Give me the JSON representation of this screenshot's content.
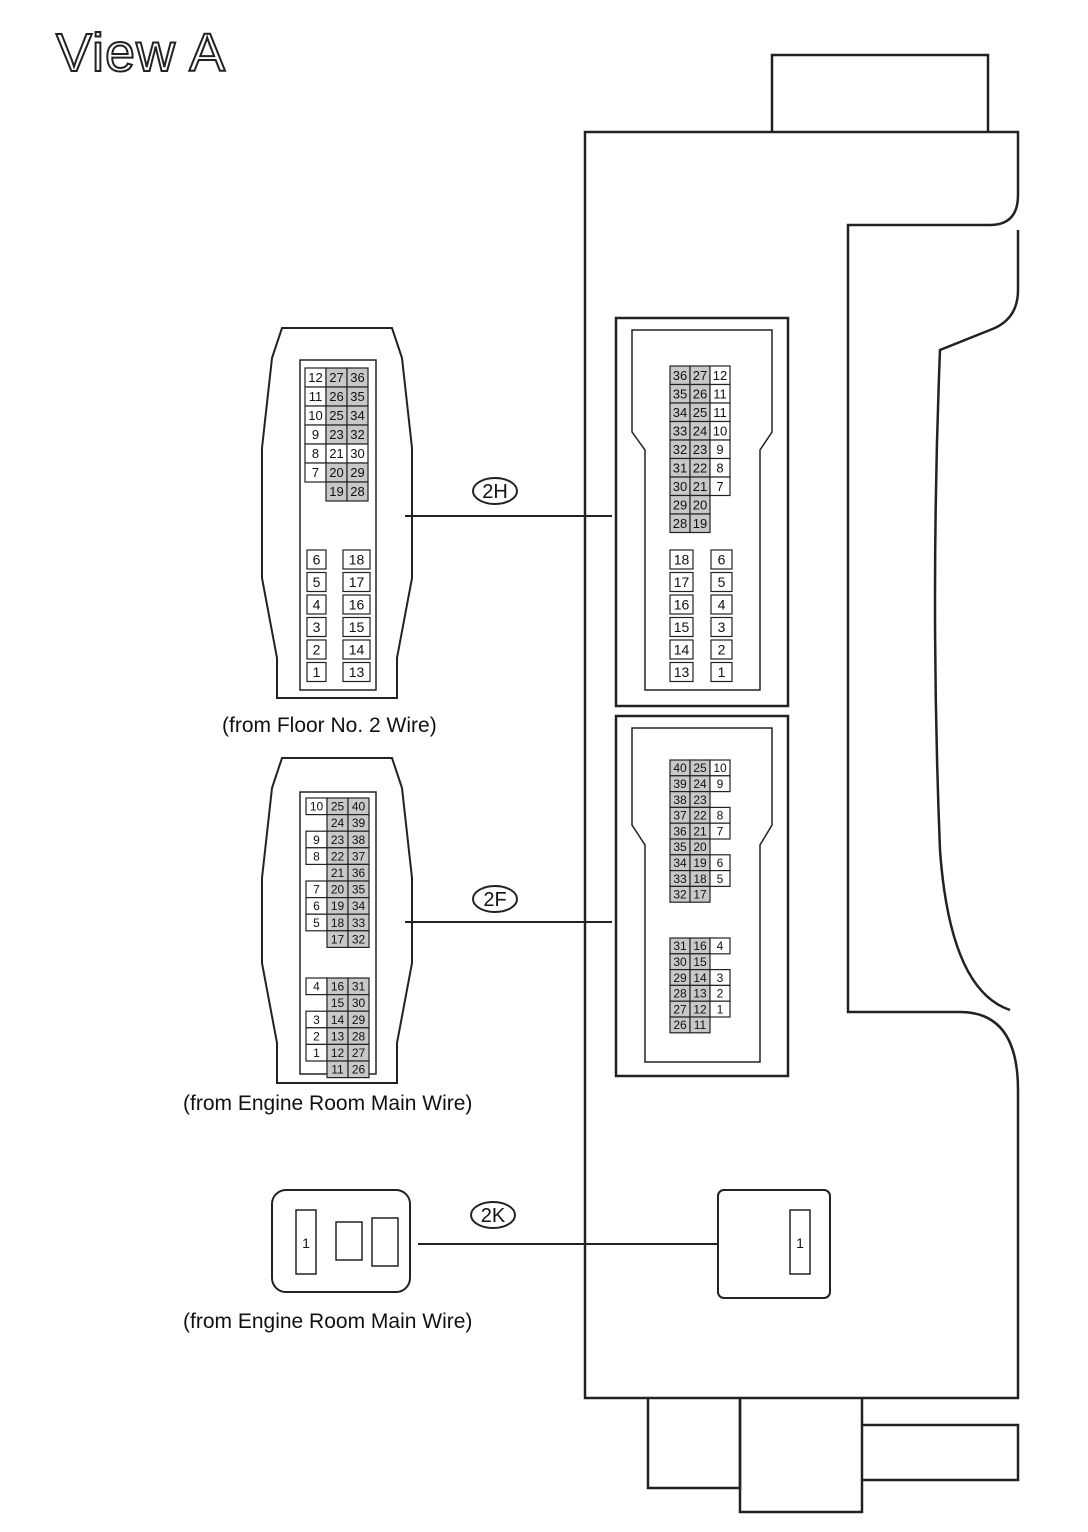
{
  "title": "View A",
  "connectors": [
    {
      "code": "2H",
      "caption": "(from Floor No. 2 Wire)",
      "upper_pins": [
        {
          "col": 0,
          "row": 0,
          "label": "12",
          "dark": false
        },
        {
          "col": 1,
          "row": 0,
          "label": "27",
          "dark": true
        },
        {
          "col": 2,
          "row": 0,
          "label": "36",
          "dark": true
        },
        {
          "col": 0,
          "row": 1,
          "label": "11",
          "dark": false
        },
        {
          "col": 1,
          "row": 1,
          "label": "26",
          "dark": true
        },
        {
          "col": 2,
          "row": 1,
          "label": "35",
          "dark": true
        },
        {
          "col": 0,
          "row": 2,
          "label": "10",
          "dark": false
        },
        {
          "col": 1,
          "row": 2,
          "label": "25",
          "dark": true
        },
        {
          "col": 2,
          "row": 2,
          "label": "34",
          "dark": true
        },
        {
          "col": 0,
          "row": 3,
          "label": "9",
          "dark": false
        },
        {
          "col": 1,
          "row": 3,
          "label": "23",
          "dark": true
        },
        {
          "col": 2,
          "row": 3,
          "label": "32",
          "dark": true
        },
        {
          "col": 0,
          "row": 4,
          "label": "8",
          "dark": false
        },
        {
          "col": 1,
          "row": 4,
          "label": "21",
          "dark": false
        },
        {
          "col": 2,
          "row": 4,
          "label": "30",
          "dark": false
        },
        {
          "col": 0,
          "row": 5,
          "label": "7",
          "dark": false
        },
        {
          "col": 1,
          "row": 5,
          "label": "20",
          "dark": true
        },
        {
          "col": 2,
          "row": 5,
          "label": "29",
          "dark": true
        },
        {
          "col": 1,
          "row": 6,
          "label": "19",
          "dark": true
        },
        {
          "col": 2,
          "row": 6,
          "label": "28",
          "dark": true
        }
      ],
      "upper_pins_mirror": [
        {
          "col": 0,
          "row": 0,
          "label": "36",
          "dark": true
        },
        {
          "col": 1,
          "row": 0,
          "label": "27",
          "dark": true
        },
        {
          "col": 2,
          "row": 0,
          "label": "12",
          "dark": false
        },
        {
          "col": 0,
          "row": 1,
          "label": "35",
          "dark": true
        },
        {
          "col": 1,
          "row": 1,
          "label": "26",
          "dark": true
        },
        {
          "col": 2,
          "row": 1,
          "label": "11",
          "dark": false
        },
        {
          "col": 0,
          "row": 2,
          "label": "34",
          "dark": true
        },
        {
          "col": 1,
          "row": 2,
          "label": "25",
          "dark": true
        },
        {
          "col": 2,
          "row": 2,
          "label": "11",
          "dark": false
        },
        {
          "col": 0,
          "row": 3,
          "label": "33",
          "dark": true
        },
        {
          "col": 1,
          "row": 3,
          "label": "24",
          "dark": true
        },
        {
          "col": 2,
          "row": 3,
          "label": "10",
          "dark": false
        },
        {
          "col": 0,
          "row": 4,
          "label": "32",
          "dark": true
        },
        {
          "col": 1,
          "row": 4,
          "label": "23",
          "dark": true
        },
        {
          "col": 2,
          "row": 4,
          "label": "9",
          "dark": false
        },
        {
          "col": 0,
          "row": 5,
          "label": "31",
          "dark": true
        },
        {
          "col": 1,
          "row": 5,
          "label": "22",
          "dark": true
        },
        {
          "col": 2,
          "row": 5,
          "label": "8",
          "dark": false
        },
        {
          "col": 0,
          "row": 6,
          "label": "30",
          "dark": true
        },
        {
          "col": 1,
          "row": 6,
          "label": "21",
          "dark": true
        },
        {
          "col": 2,
          "row": 6,
          "label": "7",
          "dark": false
        },
        {
          "col": 0,
          "row": 7,
          "label": "29",
          "dark": true
        },
        {
          "col": 1,
          "row": 7,
          "label": "20",
          "dark": true
        },
        {
          "col": 0,
          "row": 8,
          "label": "28",
          "dark": true
        },
        {
          "col": 1,
          "row": 8,
          "label": "19",
          "dark": true
        }
      ],
      "lower_left": [
        "6",
        "5",
        "4",
        "3",
        "2",
        "1"
      ],
      "lower_right": [
        "18",
        "17",
        "16",
        "15",
        "14",
        "13"
      ]
    },
    {
      "code": "2F",
      "caption": "(from Engine Room Main Wire)",
      "upper_pins": [
        {
          "col": 0,
          "row": 0,
          "label": "10",
          "dark": false
        },
        {
          "col": 1,
          "row": 0,
          "label": "25",
          "dark": true
        },
        {
          "col": 2,
          "row": 0,
          "label": "40",
          "dark": true
        },
        {
          "col": 1,
          "row": 1,
          "label": "24",
          "dark": true
        },
        {
          "col": 2,
          "row": 1,
          "label": "39",
          "dark": true
        },
        {
          "col": 0,
          "row": 2,
          "label": "9",
          "dark": false
        },
        {
          "col": 1,
          "row": 2,
          "label": "23",
          "dark": true
        },
        {
          "col": 2,
          "row": 2,
          "label": "38",
          "dark": true
        },
        {
          "col": 0,
          "row": 3,
          "label": "8",
          "dark": false
        },
        {
          "col": 1,
          "row": 3,
          "label": "22",
          "dark": true
        },
        {
          "col": 2,
          "row": 3,
          "label": "37",
          "dark": true
        },
        {
          "col": 1,
          "row": 4,
          "label": "21",
          "dark": true
        },
        {
          "col": 2,
          "row": 4,
          "label": "36",
          "dark": true
        },
        {
          "col": 0,
          "row": 5,
          "label": "7",
          "dark": false
        },
        {
          "col": 1,
          "row": 5,
          "label": "20",
          "dark": true
        },
        {
          "col": 2,
          "row": 5,
          "label": "35",
          "dark": true
        },
        {
          "col": 0,
          "row": 6,
          "label": "6",
          "dark": false
        },
        {
          "col": 1,
          "row": 6,
          "label": "19",
          "dark": true
        },
        {
          "col": 2,
          "row": 6,
          "label": "34",
          "dark": true
        },
        {
          "col": 0,
          "row": 7,
          "label": "5",
          "dark": false
        },
        {
          "col": 1,
          "row": 7,
          "label": "18",
          "dark": true
        },
        {
          "col": 2,
          "row": 7,
          "label": "33",
          "dark": true
        },
        {
          "col": 1,
          "row": 8,
          "label": "17",
          "dark": true
        },
        {
          "col": 2,
          "row": 8,
          "label": "32",
          "dark": true
        }
      ],
      "lower_pins": [
        {
          "col": 0,
          "row": 0,
          "label": "4",
          "dark": false
        },
        {
          "col": 1,
          "row": 0,
          "label": "16",
          "dark": true
        },
        {
          "col": 2,
          "row": 0,
          "label": "31",
          "dark": true
        },
        {
          "col": 1,
          "row": 1,
          "label": "15",
          "dark": true
        },
        {
          "col": 2,
          "row": 1,
          "label": "30",
          "dark": true
        },
        {
          "col": 0,
          "row": 2,
          "label": "3",
          "dark": false
        },
        {
          "col": 1,
          "row": 2,
          "label": "14",
          "dark": true
        },
        {
          "col": 2,
          "row": 2,
          "label": "29",
          "dark": true
        },
        {
          "col": 0,
          "row": 3,
          "label": "2",
          "dark": false
        },
        {
          "col": 1,
          "row": 3,
          "label": "13",
          "dark": true
        },
        {
          "col": 2,
          "row": 3,
          "label": "28",
          "dark": true
        },
        {
          "col": 0,
          "row": 4,
          "label": "1",
          "dark": false
        },
        {
          "col": 1,
          "row": 4,
          "label": "12",
          "dark": true
        },
        {
          "col": 2,
          "row": 4,
          "label": "27",
          "dark": true
        },
        {
          "col": 1,
          "row": 5,
          "label": "11",
          "dark": true
        },
        {
          "col": 2,
          "row": 5,
          "label": "26",
          "dark": true
        }
      ],
      "mirror_upper": [
        {
          "col": 0,
          "row": 0,
          "label": "40",
          "dark": true
        },
        {
          "col": 1,
          "row": 0,
          "label": "25",
          "dark": true
        },
        {
          "col": 2,
          "row": 0,
          "label": "10",
          "dark": false
        },
        {
          "col": 0,
          "row": 1,
          "label": "39",
          "dark": true
        },
        {
          "col": 1,
          "row": 1,
          "label": "24",
          "dark": true
        },
        {
          "col": 2,
          "row": 1,
          "label": "9",
          "dark": false
        },
        {
          "col": 0,
          "row": 2,
          "label": "38",
          "dark": true
        },
        {
          "col": 1,
          "row": 2,
          "label": "23",
          "dark": true
        },
        {
          "col": 0,
          "row": 3,
          "label": "37",
          "dark": true
        },
        {
          "col": 1,
          "row": 3,
          "label": "22",
          "dark": true
        },
        {
          "col": 2,
          "row": 3,
          "label": "8",
          "dark": false
        },
        {
          "col": 0,
          "row": 4,
          "label": "36",
          "dark": true
        },
        {
          "col": 1,
          "row": 4,
          "label": "21",
          "dark": true
        },
        {
          "col": 2,
          "row": 4,
          "label": "7",
          "dark": false
        },
        {
          "col": 0,
          "row": 5,
          "label": "35",
          "dark": true
        },
        {
          "col": 1,
          "row": 5,
          "label": "20",
          "dark": true
        },
        {
          "col": 0,
          "row": 6,
          "label": "34",
          "dark": true
        },
        {
          "col": 1,
          "row": 6,
          "label": "19",
          "dark": true
        },
        {
          "col": 2,
          "row": 6,
          "label": "6",
          "dark": false
        },
        {
          "col": 0,
          "row": 7,
          "label": "33",
          "dark": true
        },
        {
          "col": 1,
          "row": 7,
          "label": "18",
          "dark": true
        },
        {
          "col": 2,
          "row": 7,
          "label": "5",
          "dark": false
        },
        {
          "col": 0,
          "row": 8,
          "label": "32",
          "dark": true
        },
        {
          "col": 1,
          "row": 8,
          "label": "17",
          "dark": true
        }
      ],
      "mirror_lower": [
        {
          "col": 0,
          "row": 0,
          "label": "31",
          "dark": true
        },
        {
          "col": 1,
          "row": 0,
          "label": "16",
          "dark": true
        },
        {
          "col": 2,
          "row": 0,
          "label": "4",
          "dark": false
        },
        {
          "col": 0,
          "row": 1,
          "label": "30",
          "dark": true
        },
        {
          "col": 1,
          "row": 1,
          "label": "15",
          "dark": true
        },
        {
          "col": 0,
          "row": 2,
          "label": "29",
          "dark": true
        },
        {
          "col": 1,
          "row": 2,
          "label": "14",
          "dark": true
        },
        {
          "col": 2,
          "row": 2,
          "label": "3",
          "dark": false
        },
        {
          "col": 0,
          "row": 3,
          "label": "28",
          "dark": true
        },
        {
          "col": 1,
          "row": 3,
          "label": "13",
          "dark": true
        },
        {
          "col": 2,
          "row": 3,
          "label": "2",
          "dark": false
        },
        {
          "col": 0,
          "row": 4,
          "label": "27",
          "dark": true
        },
        {
          "col": 1,
          "row": 4,
          "label": "12",
          "dark": true
        },
        {
          "col": 2,
          "row": 4,
          "label": "1",
          "dark": false
        },
        {
          "col": 0,
          "row": 5,
          "label": "26",
          "dark": true
        },
        {
          "col": 1,
          "row": 5,
          "label": "11",
          "dark": true
        }
      ]
    },
    {
      "code": "2K",
      "caption": "(from Engine Room Main Wire)",
      "pin": "1"
    }
  ]
}
